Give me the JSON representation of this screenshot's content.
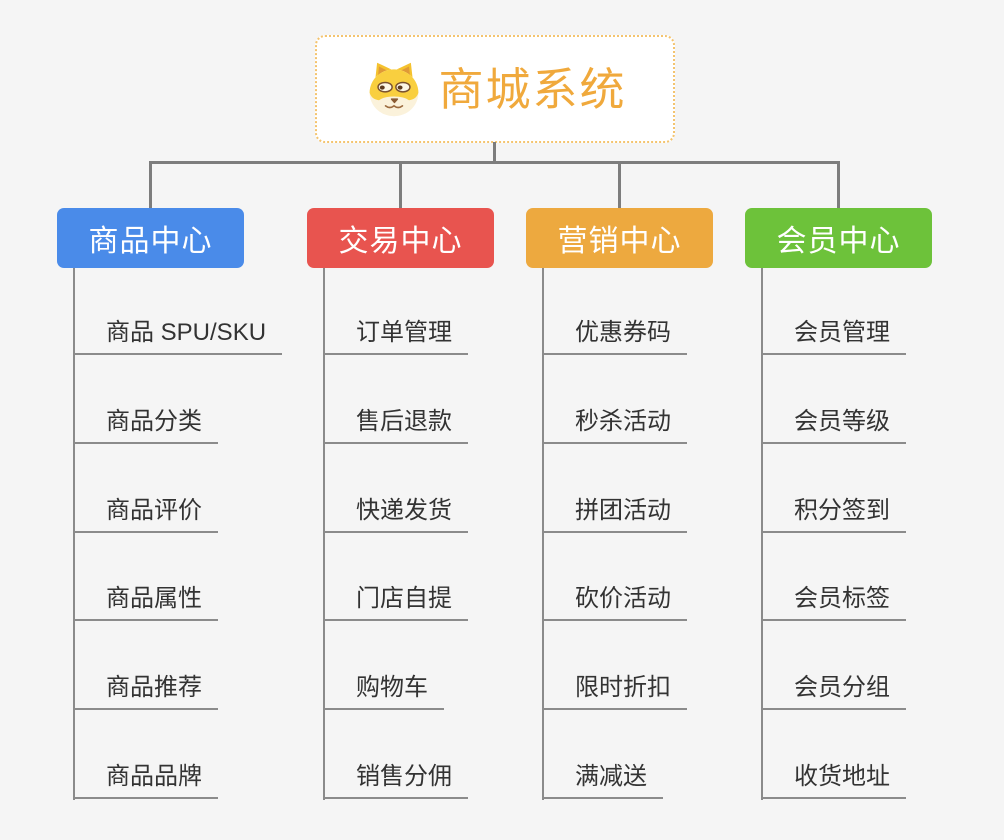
{
  "root": {
    "title": "商城系统",
    "icon": "doge-dog-face-icon"
  },
  "branches": [
    {
      "label": "商品中心",
      "color": "#4A8BE9",
      "items": [
        "商品 SPU/SKU",
        "商品分类",
        "商品评价",
        "商品属性",
        "商品推荐",
        "商品品牌"
      ]
    },
    {
      "label": "交易中心",
      "color": "#E8544F",
      "items": [
        "订单管理",
        "售后退款",
        "快递发货",
        "门店自提",
        "购物车",
        "销售分佣"
      ]
    },
    {
      "label": "营销中心",
      "color": "#EDA93F",
      "items": [
        "优惠券码",
        "秒杀活动",
        "拼团活动",
        "砍价活动",
        "限时折扣",
        "满减送"
      ]
    },
    {
      "label": "会员中心",
      "color": "#6DC23A",
      "items": [
        "会员管理",
        "会员等级",
        "积分签到",
        "会员标签",
        "会员分组",
        "收货地址"
      ]
    }
  ],
  "colors": {
    "background": "#F5F5F5",
    "connector": "#7D7D7D",
    "leaf_underline": "#8B8B8B",
    "leaf_text": "#333333",
    "root_border": "#F4C46F",
    "root_text": "#F0A93C"
  }
}
